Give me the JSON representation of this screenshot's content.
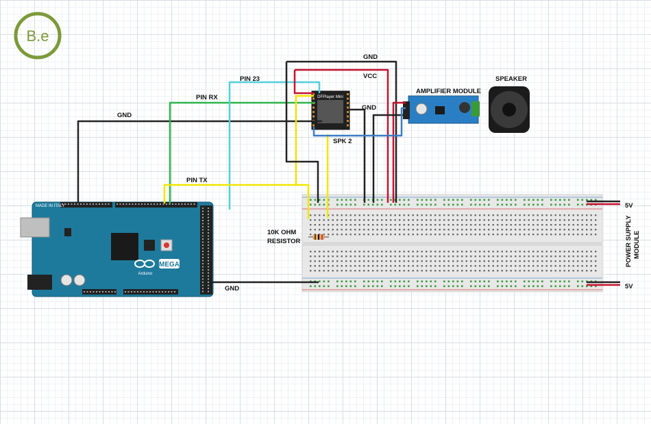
{
  "logo": {
    "text": "B.e",
    "color": "#7c9a3a"
  },
  "labels": {
    "gnd_top": "GND",
    "vcc": "VCC",
    "gnd_mid": "GND",
    "pin23": "PIN 23",
    "pin_rx": "PIN RX",
    "gnd_left": "GND",
    "pin_tx": "PIN TX",
    "spk2": "SPK 2",
    "amplifier": "AMPLIFIER MODULE",
    "speaker": "SPEAKER",
    "resistor_line1": "10K OHM",
    "resistor_line2": "RESISTOR",
    "gnd_bottom": "GND",
    "v5_top": "5V",
    "v5_bottom": "5V",
    "psu_line1": "POWER SUPPLY",
    "psu_line2": "MODULE"
  },
  "arduino": {
    "brand": "Arduino",
    "model": "MEGA",
    "origin": "MADE IN ITALY"
  },
  "dfplayer": {
    "title": "DFPlayer Mini"
  },
  "colors": {
    "black_wire": "#222222",
    "red_wire": "#c8102e",
    "yellow_wire": "#f2e600",
    "green_wire": "#2db34a",
    "cyan_wire": "#4fd0d8",
    "blue_wire": "#3a7cc4",
    "arduino_board": "#1e7a9c",
    "breadboard": "#e9e9e9"
  }
}
